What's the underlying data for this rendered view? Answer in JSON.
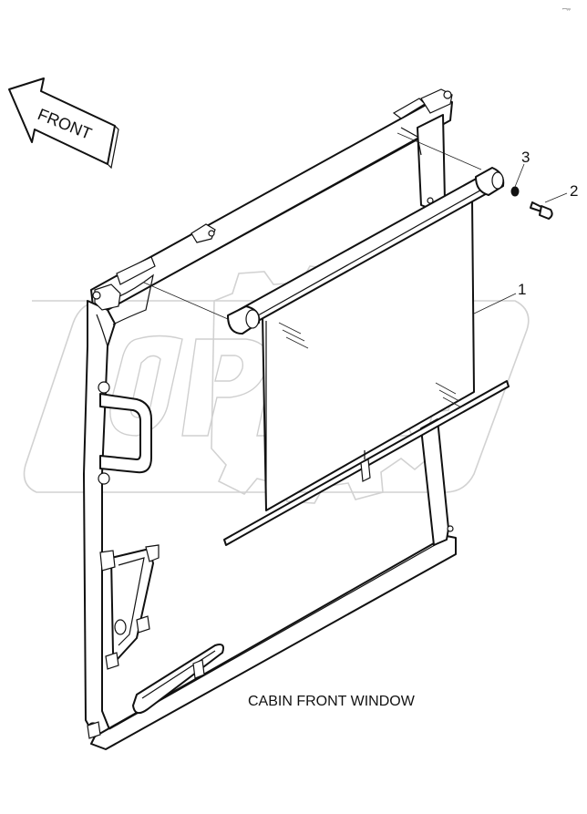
{
  "direction_label": "FRONT",
  "corner_mark": "ꟷ⸗⸗",
  "callouts": [
    {
      "number": "1"
    },
    {
      "number": "2"
    },
    {
      "number": "3"
    }
  ],
  "caption": "CABIN FRONT WINDOW",
  "watermark": {
    "name": "OPEX"
  }
}
